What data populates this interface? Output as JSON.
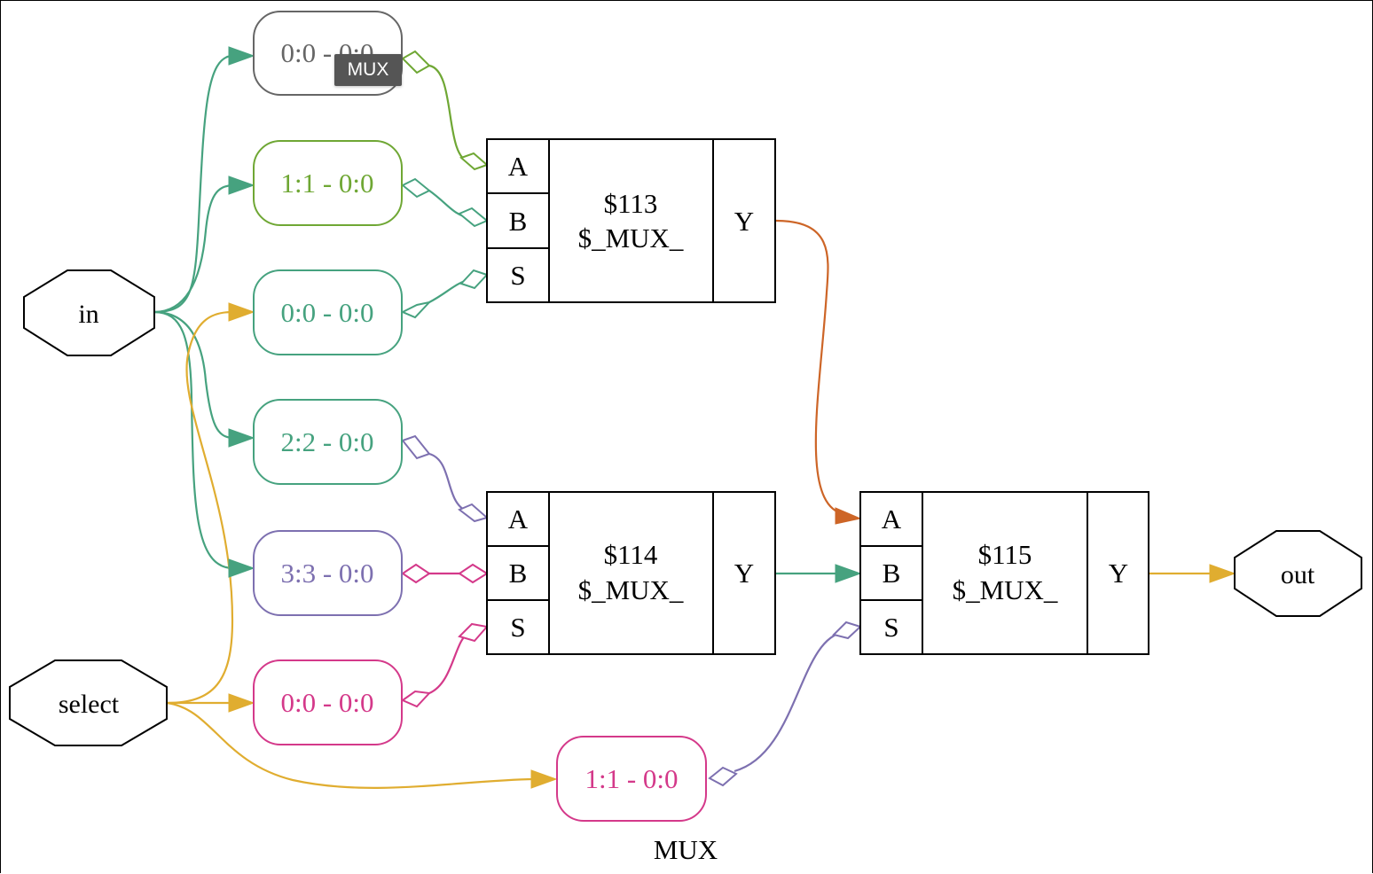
{
  "title": "MUX",
  "tooltip": "MUX",
  "colors": {
    "green": "#46a27f",
    "olive": "#6fa734",
    "gray": "#666666",
    "purple": "#7d70b0",
    "magenta": "#d4398a",
    "yellow": "#e0ad30",
    "orange": "#cd6527",
    "black": "#000000"
  },
  "ports": {
    "in": "in",
    "select": "select",
    "out": "out"
  },
  "slices": [
    {
      "id": "s1",
      "label": "0:0 - 0:0"
    },
    {
      "id": "s2",
      "label": "1:1 - 0:0"
    },
    {
      "id": "s3",
      "label": "0:0 - 0:0"
    },
    {
      "id": "s4",
      "label": "2:2 - 0:0"
    },
    {
      "id": "s5",
      "label": "3:3 - 0:0"
    },
    {
      "id": "s6",
      "label": "0:0 - 0:0"
    },
    {
      "id": "s7",
      "label": "1:1 - 0:0"
    }
  ],
  "cells": [
    {
      "id": "c113",
      "name": "$113",
      "type": "$_MUX_",
      "inputs": [
        "A",
        "B",
        "S"
      ],
      "output": "Y"
    },
    {
      "id": "c114",
      "name": "$114",
      "type": "$_MUX_",
      "inputs": [
        "A",
        "B",
        "S"
      ],
      "output": "Y"
    },
    {
      "id": "c115",
      "name": "$115",
      "type": "$_MUX_",
      "inputs": [
        "A",
        "B",
        "S"
      ],
      "output": "Y"
    }
  ]
}
